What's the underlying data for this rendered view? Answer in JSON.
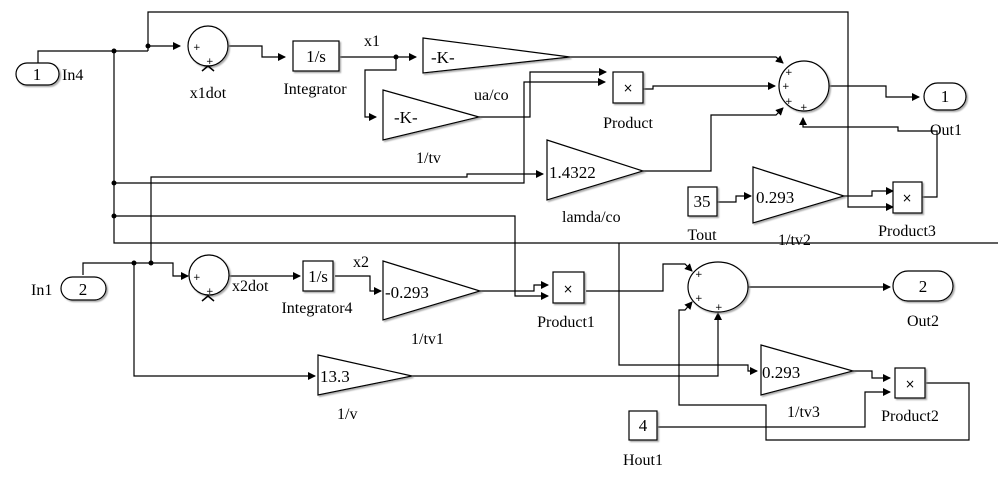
{
  "diagram": {
    "type": "simulink-block-diagram",
    "inports": [
      {
        "id": "In4",
        "port": "1",
        "name": "In4"
      },
      {
        "id": "In1",
        "port": "2",
        "name": "In1"
      }
    ],
    "outports": [
      {
        "id": "Out1",
        "port": "1",
        "name": "Out1"
      },
      {
        "id": "Out2",
        "port": "2",
        "name": "Out2"
      }
    ],
    "sums": [
      {
        "id": "x1dot",
        "name": "x1dot",
        "signs": [
          "+",
          "+"
        ]
      },
      {
        "id": "x2dot",
        "name": "x2dot",
        "signs": [
          "+",
          "+"
        ]
      },
      {
        "id": "sum1",
        "name": "",
        "signs": [
          "+",
          "+",
          "+",
          "+"
        ]
      },
      {
        "id": "sum2",
        "name": "",
        "signs": [
          "+",
          "+",
          "+"
        ]
      }
    ],
    "integrators": [
      {
        "id": "Integrator",
        "name": "Integrator",
        "text": "1/s",
        "signal": "x1"
      },
      {
        "id": "Integrator4",
        "name": "Integrator4",
        "text": "1/s",
        "signal": "x2"
      }
    ],
    "gains": [
      {
        "id": "ua_co",
        "name": "ua/co",
        "value": "-K-"
      },
      {
        "id": "tv",
        "name": "1/tv",
        "value": "-K-"
      },
      {
        "id": "lamda_co",
        "name": "lamda/co",
        "value": "1.4322"
      },
      {
        "id": "tv2",
        "name": "1/tv2",
        "value": "0.293"
      },
      {
        "id": "tv1",
        "name": "1/tv1",
        "value": "-0.293"
      },
      {
        "id": "v",
        "name": "1/v",
        "value": "13.3"
      },
      {
        "id": "tv3",
        "name": "1/tv3",
        "value": "0.293"
      }
    ],
    "products": [
      {
        "id": "Product",
        "name": "Product",
        "symbol": "×"
      },
      {
        "id": "Product1",
        "name": "Product1",
        "symbol": "×"
      },
      {
        "id": "Product2",
        "name": "Product2",
        "symbol": "×"
      },
      {
        "id": "Product3",
        "name": "Product3",
        "symbol": "×"
      }
    ],
    "constants": [
      {
        "id": "Tout",
        "name": "Tout",
        "value": "35"
      },
      {
        "id": "Hout1",
        "name": "Hout1",
        "value": "4"
      }
    ],
    "signal_labels": {
      "x1": "x1",
      "x2": "x2"
    }
  }
}
